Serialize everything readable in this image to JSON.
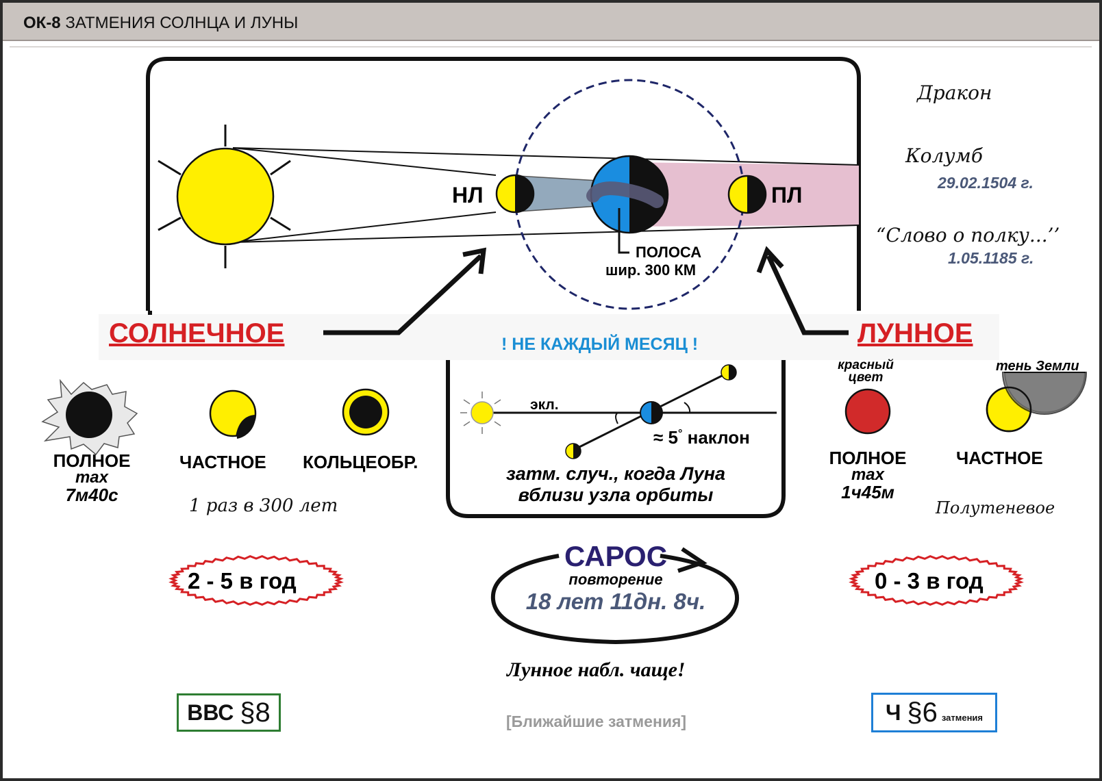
{
  "header": {
    "code": "ОК-8",
    "title": "ЗАТМЕНИЯ СОЛНЦА И ЛУНЫ"
  },
  "diagram": {
    "new_moon": "НЛ",
    "full_moon": "ПЛ",
    "band_line1": "ПОЛОСА",
    "band_line2": "шир. 300 КМ"
  },
  "notes": {
    "dragon": "Дракон",
    "columbus": "Колумб",
    "columbus_date": "29.02.1504 г.",
    "slovo": "“Слово о полку...’’",
    "slovo_date": "1.05.1185 г."
  },
  "banner": {
    "solar": "СОЛНЕЧНОЕ",
    "not_every_month": "! НЕ КАЖДЫЙ МЕСЯЦ !",
    "lunar": "ЛУННОЕ"
  },
  "solar_types": {
    "total_line1": "ПОЛНОЕ",
    "total_line2": "max",
    "total_line3": "7м40с",
    "partial": "ЧАСТНОЕ",
    "annular": "КОЛЬЦЕОБР.",
    "once": "1 раз в 300 лет"
  },
  "orbit": {
    "ecliptic": "экл.",
    "approx": "≈",
    "tilt_value": "5",
    "degree": "°",
    "tilt_word": "наклон",
    "cond_line1": "затм. случ., когда Луна",
    "cond_line2": "вблизи узла орбиты"
  },
  "lunar_types": {
    "red_line1": "красный",
    "red_line2": "цвет",
    "shadow": "тень Земли",
    "total_line1": "ПОЛНОЕ",
    "total_line2": "max",
    "total_line3": "1ч45м",
    "partial": "ЧАСТНОЕ",
    "penumbral": "Полутеневое"
  },
  "frequency": {
    "solar": "2 - 5 в год",
    "lunar": "0 - 3 в год"
  },
  "saros": {
    "title": "САРОС",
    "subtitle": "повторение",
    "period": "18 лет 11дн. 8ч.",
    "lunar_more": "Лунное набл. чаще!"
  },
  "footer": {
    "vvs_label": "ВВС",
    "vvs_sect": "§8",
    "nearest": "[Ближайшие затмения]",
    "ch_label": "Ч",
    "ch_sect": "§6",
    "ch_small": "затмения"
  },
  "colors": {
    "sun": "#ffef00",
    "moon_blue": "#1a8de0",
    "lunar_shadow": "#e6bfd0",
    "solar_cone": "#93a9bc",
    "red_text": "#d62024",
    "blue_text": "#1a8ed4",
    "slate_text": "#4a5878",
    "saros_title": "#2a2070",
    "red_moon": "#d12a2a",
    "earth_shadow": "#808080"
  },
  "icons": [
    "sun-icon",
    "earth-icon",
    "new-moon-icon",
    "full-moon-icon",
    "arrow-icon",
    "corona-icon",
    "red-moon-icon"
  ]
}
